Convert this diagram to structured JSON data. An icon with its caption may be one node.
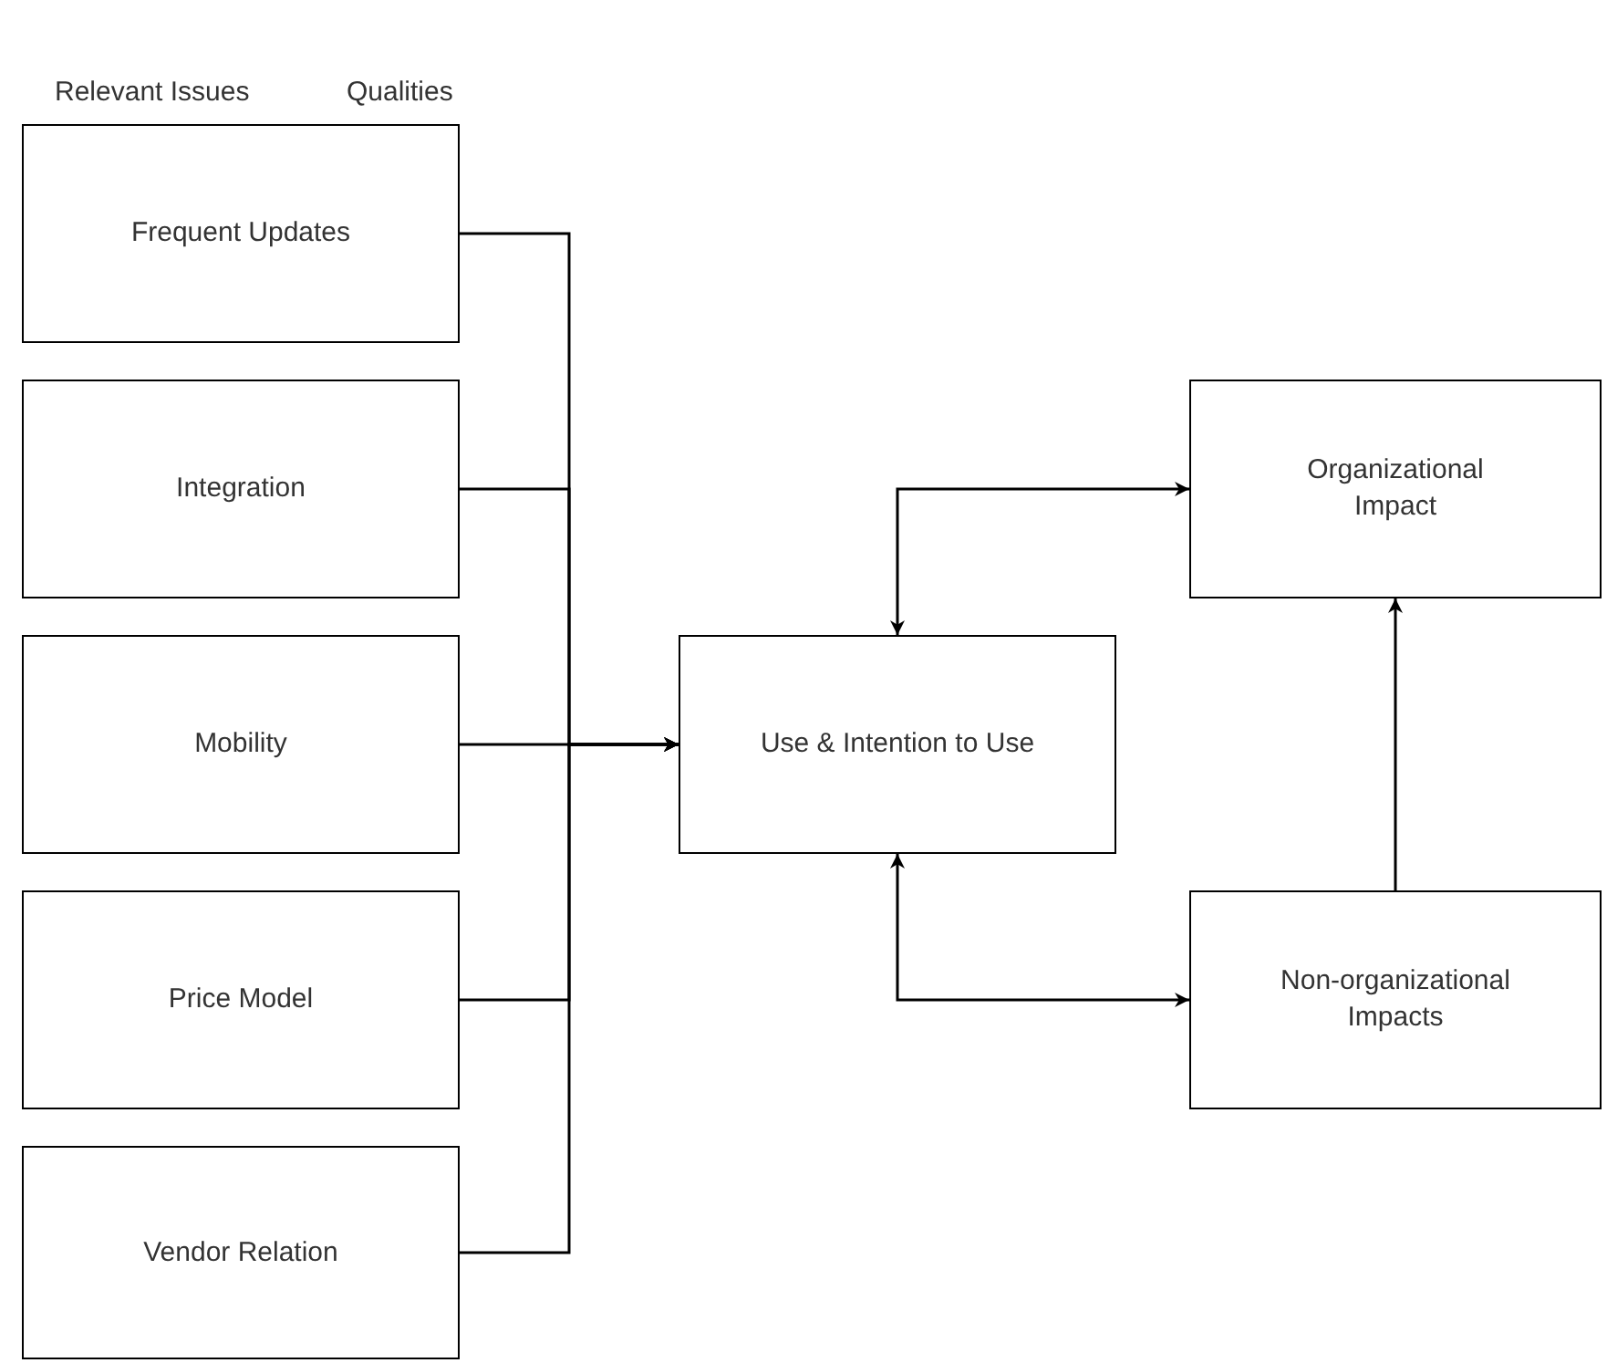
{
  "diagram": {
    "nodes": [
      {
        "text": [
          "Frequent Updates"
        ]
      },
      {
        "text": [
          "Integration"
        ]
      },
      {
        "text": [
          "Mobility"
        ]
      },
      {
        "text": [
          "Price Model"
        ]
      },
      {
        "text": [
          "Vendor Relation"
        ]
      },
      {
        "text": [
          "Use & Intention to Use"
        ]
      },
      {
        "text": [
          "Organizational Impact"
        ]
      },
      {
        "text": [
          "Non-organizational Impacts"
        ]
      }
    ],
    "edges": [
      {
        "from": 0,
        "to": 5,
        "arrow": "to"
      },
      {
        "from": 1,
        "to": 5,
        "arrow": "to"
      },
      {
        "from": 2,
        "to": 5,
        "arrow": "to"
      },
      {
        "from": 3,
        "to": 5,
        "arrow": "to"
      },
      {
        "from": 4,
        "to": 5,
        "arrow": "to"
      },
      {
        "from": 5,
        "to": 6,
        "arrow": "both"
      },
      {
        "from": 5,
        "to": 7,
        "arrow": "both"
      },
      {
        "from": 7,
        "to": 6,
        "arrow": "to"
      }
    ],
    "labels": [
      "Relevant Issues",
      "Qualities"
    ]
  }
}
